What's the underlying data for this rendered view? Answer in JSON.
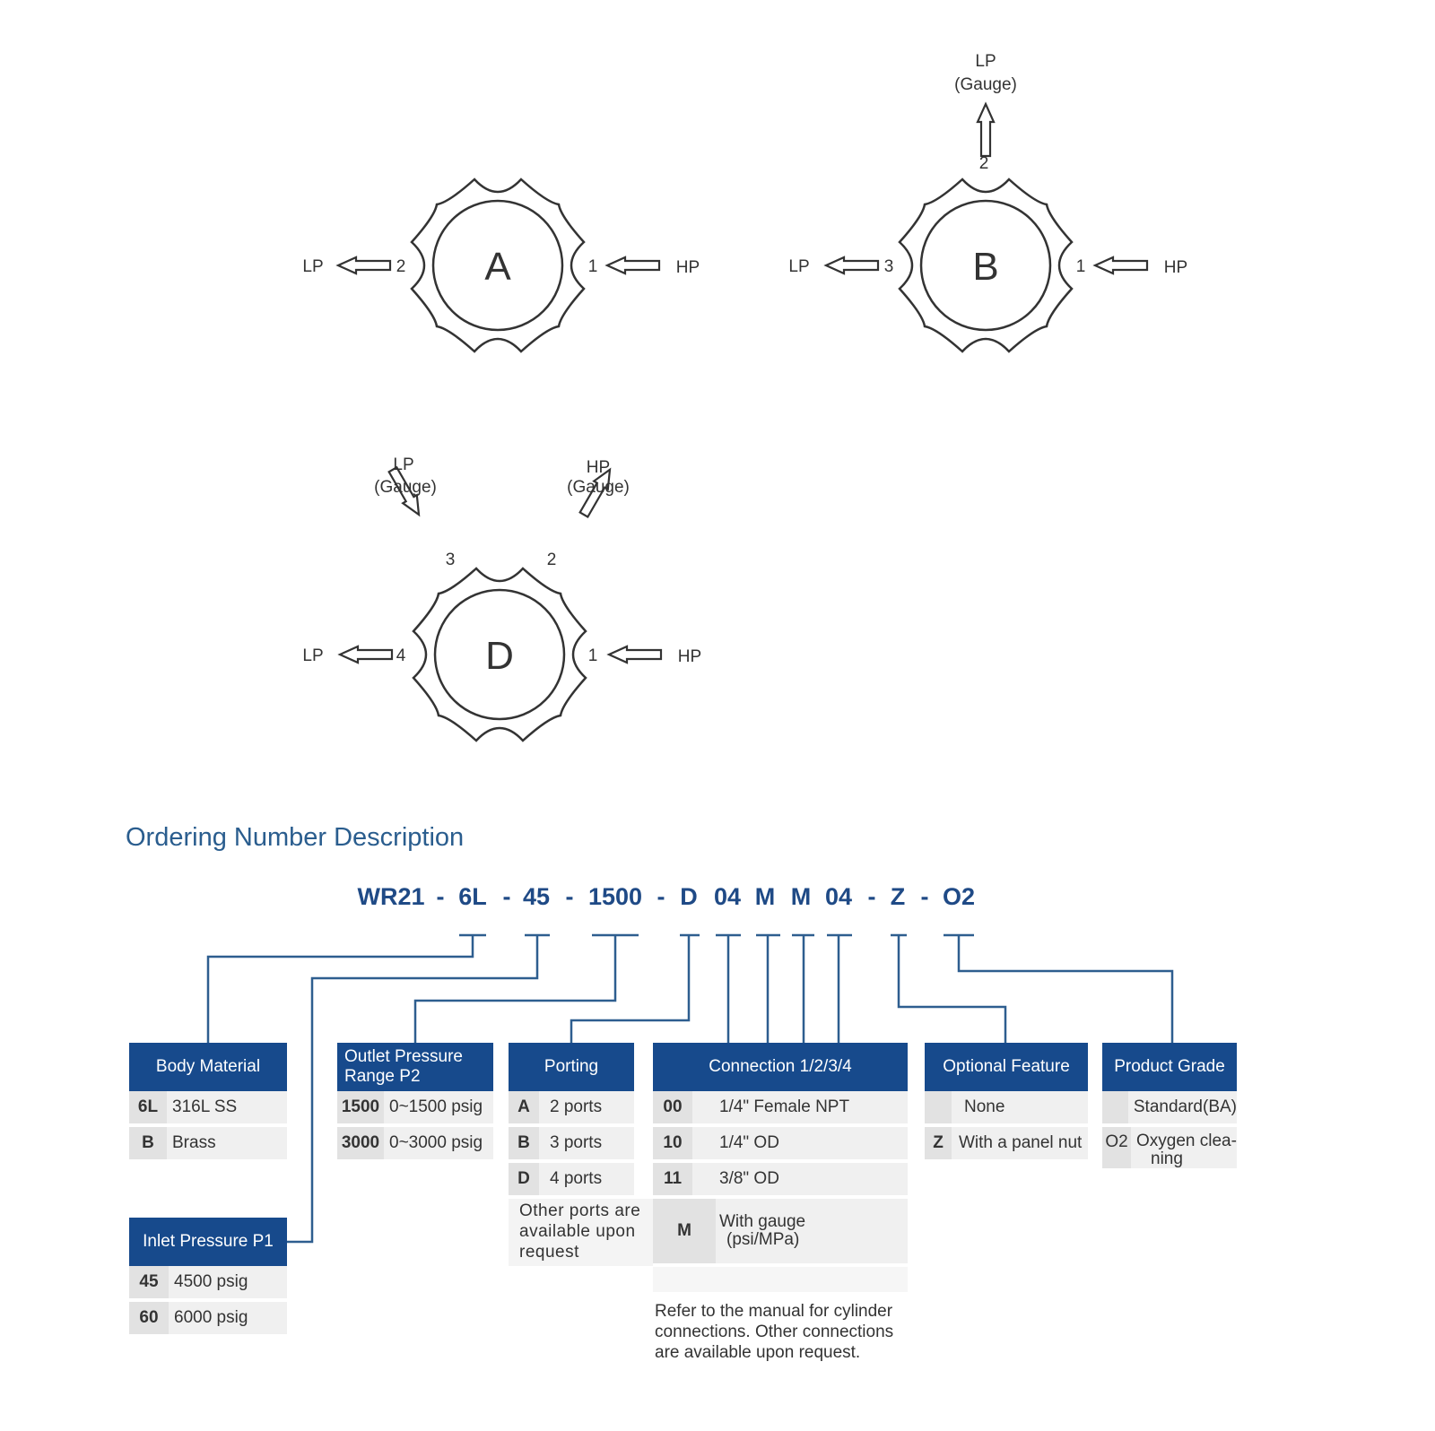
{
  "diagrams": {
    "A": {
      "letter": "A",
      "left_label": "LP",
      "left_port": "2",
      "right_label": "HP",
      "right_port": "1"
    },
    "B": {
      "letter": "B",
      "left_label": "LP",
      "left_port": "3",
      "right_label": "HP",
      "right_port": "1",
      "top_label": "LP",
      "top_sub": "(Gauge)",
      "top_port": "2"
    },
    "D": {
      "letter": "D",
      "left_label": "LP",
      "left_port": "4",
      "right_label": "HP",
      "right_port": "1",
      "tl_label": "LP",
      "tl_sub": "(Gauge)",
      "tl_port": "3",
      "tr_label": "HP",
      "tr_sub": "(Gauge)",
      "tr_port": "2"
    }
  },
  "title": "Ordering Number Description",
  "code": {
    "wr": "WR21",
    "d1": "-",
    "body": "6L",
    "d2": "-",
    "inlet": "45",
    "d3": "-",
    "outlet": "1500",
    "d4": "-",
    "port": "D",
    "c1": "04",
    "c2": "M",
    "c3": "M",
    "c4": "04",
    "d5": "-",
    "opt": "Z",
    "d6": "-",
    "grade": "O2"
  },
  "body_material": {
    "header": "Body Material",
    "rows": [
      {
        "code": "6L",
        "desc": "316L SS"
      },
      {
        "code": "B",
        "desc": "Brass"
      }
    ]
  },
  "inlet_pressure": {
    "header": "Inlet Pressure P1",
    "rows": [
      {
        "code": "45",
        "desc": "4500 psig"
      },
      {
        "code": "60",
        "desc": "6000 psig"
      }
    ]
  },
  "outlet_pressure": {
    "header_l1": "Outlet Pressure",
    "header_l2": "Range P2",
    "rows": [
      {
        "code": "1500",
        "desc": "0~1500 psig"
      },
      {
        "code": "3000",
        "desc": "0~3000 psig"
      }
    ]
  },
  "porting": {
    "header": "Porting",
    "rows": [
      {
        "code": "A",
        "desc": "2 ports"
      },
      {
        "code": "B",
        "desc": "3 ports"
      },
      {
        "code": "D",
        "desc": "4 ports"
      }
    ],
    "note_l1": "Other ports are",
    "note_l2": "available upon",
    "note_l3": "request"
  },
  "connection": {
    "header": "Connection  1/2/3/4",
    "rows": [
      {
        "code": "00",
        "desc": "1/4\" Female NPT"
      },
      {
        "code": "10",
        "desc": "1/4\" OD"
      },
      {
        "code": "11",
        "desc": "3/8\" OD"
      }
    ],
    "gauge_code": "M",
    "gauge_l1": "With gauge",
    "gauge_l2": "(psi/MPa)",
    "note_l1": "Refer to the manual for cylinder",
    "note_l2": "connections. Other connections",
    "note_l3": "are available upon request."
  },
  "optional_feature": {
    "header": "Optional Feature",
    "rows": [
      {
        "code": "",
        "desc": "None"
      },
      {
        "code": "Z",
        "desc": "With a panel nut"
      }
    ]
  },
  "product_grade": {
    "header": "Product Grade",
    "rows": [
      {
        "code": "",
        "desc_l1": "Standard(BA)",
        "desc_l2": ""
      },
      {
        "code": "O2",
        "desc_l1": "Oxygen clea-",
        "desc_l2": "ning"
      }
    ]
  },
  "colors": {
    "header_bg": "#174a8c",
    "code_text": "#1f4a86",
    "title": "#2a5d8e",
    "line": "#2e5e8f"
  }
}
